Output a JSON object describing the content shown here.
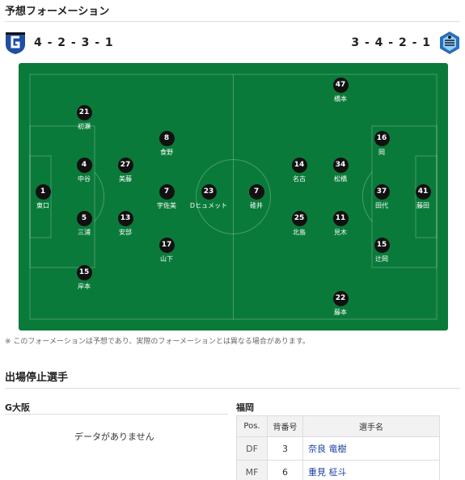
{
  "section_formation": "予想フォーメーション",
  "home": {
    "formation": "4 - 2 - 3 - 1",
    "emblem_icon": "gamba-osaka-emblem",
    "color": "#1f4ea3"
  },
  "away": {
    "formation": "3 - 4 - 2 - 1",
    "emblem_icon": "avispa-fukuoka-emblem",
    "color": "#2a6fb8"
  },
  "home_players": [
    {
      "num": "21",
      "name": "初瀬"
    },
    {
      "num": "4",
      "name": "中谷"
    },
    {
      "num": "1",
      "name": "東口"
    },
    {
      "num": "5",
      "name": "三浦"
    },
    {
      "num": "15",
      "name": "岸本"
    },
    {
      "num": "27",
      "name": "美藤"
    },
    {
      "num": "13",
      "name": "安部"
    },
    {
      "num": "8",
      "name": "食野"
    },
    {
      "num": "7",
      "name": "宇佐美"
    },
    {
      "num": "17",
      "name": "山下"
    },
    {
      "num": "23",
      "name": "Dヒュメット"
    }
  ],
  "away_players": [
    {
      "num": "7",
      "name": "碓井"
    },
    {
      "num": "14",
      "name": "名古"
    },
    {
      "num": "25",
      "name": "北島"
    },
    {
      "num": "47",
      "name": "橋本"
    },
    {
      "num": "34",
      "name": "松橋"
    },
    {
      "num": "11",
      "name": "見木"
    },
    {
      "num": "22",
      "name": "藤本"
    },
    {
      "num": "16",
      "name": "岡"
    },
    {
      "num": "37",
      "name": "田代"
    },
    {
      "num": "15",
      "name": "辻岡"
    },
    {
      "num": "41",
      "name": "藤田"
    }
  ],
  "pitch_color": "#0a7a3a",
  "formation_note": "※ このフォーメーションは予想であり、実際のフォーメーションとは異なる場合があります。",
  "section_suspended": "出場停止選手",
  "suspended_home": {
    "team": "G大阪",
    "empty_text": "データがありません"
  },
  "suspended_away": {
    "team": "福岡",
    "headers": [
      "Pos.",
      "背番号",
      "選手名"
    ],
    "rows": [
      {
        "pos": "DF",
        "num": "3",
        "name": "奈良 竜樹"
      },
      {
        "pos": "MF",
        "num": "6",
        "name": "重見 柾斗"
      }
    ]
  },
  "link_color": "#1a3fa0"
}
